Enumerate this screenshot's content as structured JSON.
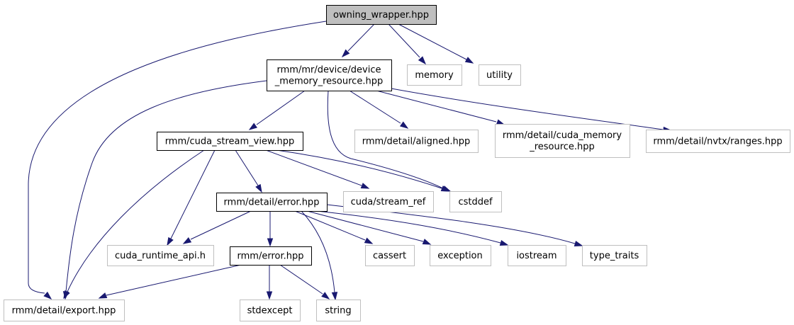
{
  "diagram": {
    "colors": {
      "edge": "#191970",
      "root_fill": "#bfbfbf",
      "root_border": "#000000",
      "internal_border": "#000000",
      "external_border": "#bfbfbf",
      "text": "#000000"
    },
    "nodes": [
      {
        "id": "owning_wrapper",
        "lines": [
          "owning_wrapper.hpp"
        ],
        "kind": "root"
      },
      {
        "id": "device_memory_resource",
        "lines": [
          "rmm/mr/device/device",
          "_memory_resource.hpp"
        ],
        "kind": "internal"
      },
      {
        "id": "memory",
        "lines": [
          "memory"
        ],
        "kind": "external"
      },
      {
        "id": "utility",
        "lines": [
          "utility"
        ],
        "kind": "external"
      },
      {
        "id": "cuda_stream_view",
        "lines": [
          "rmm/cuda_stream_view.hpp"
        ],
        "kind": "internal"
      },
      {
        "id": "aligned",
        "lines": [
          "rmm/detail/aligned.hpp"
        ],
        "kind": "external"
      },
      {
        "id": "cuda_memory_resource",
        "lines": [
          "rmm/detail/cuda_memory",
          "_resource.hpp"
        ],
        "kind": "external"
      },
      {
        "id": "nvtx_ranges",
        "lines": [
          "rmm/detail/nvtx/ranges.hpp"
        ],
        "kind": "external"
      },
      {
        "id": "detail_error",
        "lines": [
          "rmm/detail/error.hpp"
        ],
        "kind": "internal"
      },
      {
        "id": "stream_ref",
        "lines": [
          "cuda/stream_ref"
        ],
        "kind": "external"
      },
      {
        "id": "cstddef",
        "lines": [
          "cstddef"
        ],
        "kind": "external"
      },
      {
        "id": "cuda_runtime_api",
        "lines": [
          "cuda_runtime_api.h"
        ],
        "kind": "external"
      },
      {
        "id": "rmm_error",
        "lines": [
          "rmm/error.hpp"
        ],
        "kind": "internal"
      },
      {
        "id": "cassert",
        "lines": [
          "cassert"
        ],
        "kind": "external"
      },
      {
        "id": "exception",
        "lines": [
          "exception"
        ],
        "kind": "external"
      },
      {
        "id": "iostream",
        "lines": [
          "iostream"
        ],
        "kind": "external"
      },
      {
        "id": "type_traits",
        "lines": [
          "type_traits"
        ],
        "kind": "external"
      },
      {
        "id": "export",
        "lines": [
          "rmm/detail/export.hpp"
        ],
        "kind": "external"
      },
      {
        "id": "stdexcept",
        "lines": [
          "stdexcept"
        ],
        "kind": "external"
      },
      {
        "id": "string",
        "lines": [
          "string"
        ],
        "kind": "external"
      }
    ],
    "edges": [
      {
        "from": "owning_wrapper",
        "to": "device_memory_resource"
      },
      {
        "from": "owning_wrapper",
        "to": "memory"
      },
      {
        "from": "owning_wrapper",
        "to": "utility"
      },
      {
        "from": "owning_wrapper",
        "to": "export"
      },
      {
        "from": "device_memory_resource",
        "to": "cuda_stream_view"
      },
      {
        "from": "device_memory_resource",
        "to": "aligned"
      },
      {
        "from": "device_memory_resource",
        "to": "cuda_memory_resource"
      },
      {
        "from": "device_memory_resource",
        "to": "nvtx_ranges"
      },
      {
        "from": "device_memory_resource",
        "to": "cstddef"
      },
      {
        "from": "device_memory_resource",
        "to": "export"
      },
      {
        "from": "cuda_stream_view",
        "to": "detail_error"
      },
      {
        "from": "cuda_stream_view",
        "to": "stream_ref"
      },
      {
        "from": "cuda_stream_view",
        "to": "cstddef"
      },
      {
        "from": "cuda_stream_view",
        "to": "cuda_runtime_api"
      },
      {
        "from": "cuda_stream_view",
        "to": "export"
      },
      {
        "from": "detail_error",
        "to": "cuda_runtime_api"
      },
      {
        "from": "detail_error",
        "to": "rmm_error"
      },
      {
        "from": "detail_error",
        "to": "cassert"
      },
      {
        "from": "detail_error",
        "to": "exception"
      },
      {
        "from": "detail_error",
        "to": "iostream"
      },
      {
        "from": "detail_error",
        "to": "type_traits"
      },
      {
        "from": "detail_error",
        "to": "string"
      },
      {
        "from": "rmm_error",
        "to": "export"
      },
      {
        "from": "rmm_error",
        "to": "stdexcept"
      },
      {
        "from": "rmm_error",
        "to": "string"
      }
    ]
  }
}
